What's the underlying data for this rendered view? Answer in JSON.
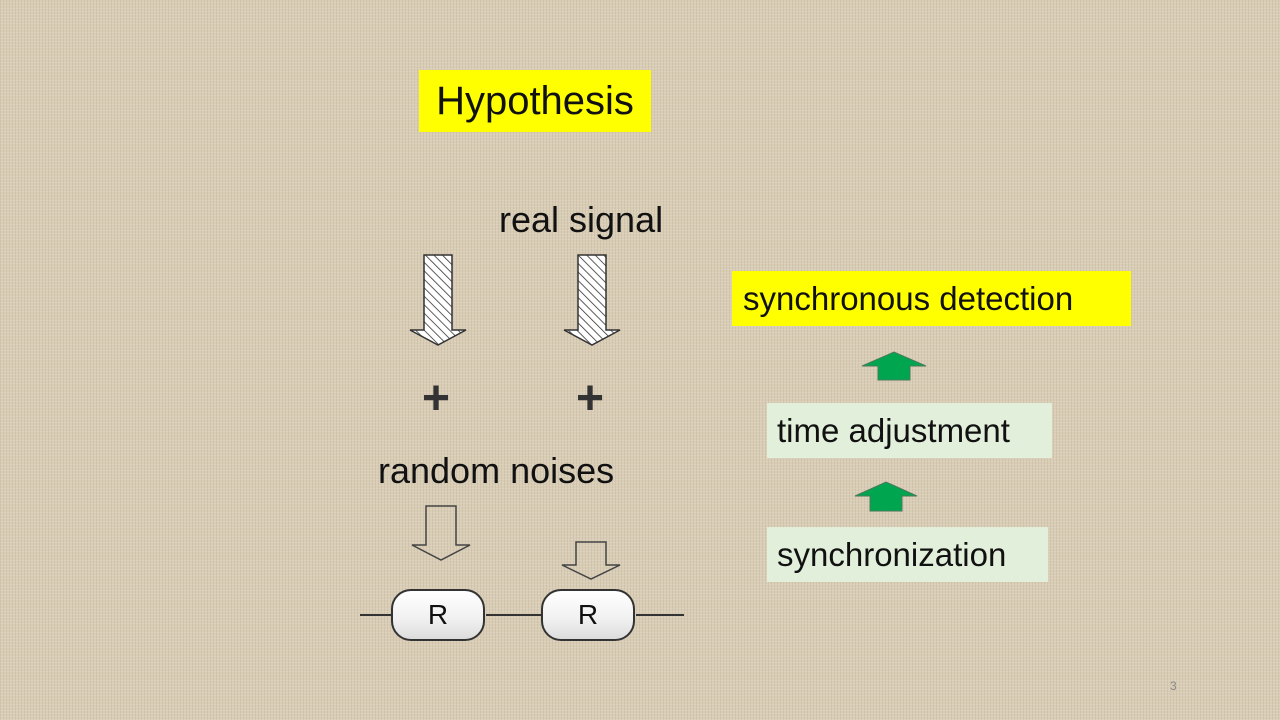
{
  "title": "Hypothesis",
  "left_panel": {
    "real_signal_label": "real signal",
    "plus_symbol": "+",
    "random_noises_label": "random noises",
    "receivers": [
      "R",
      "R"
    ]
  },
  "right_panel": {
    "steps": [
      "synchronous detection",
      "time adjustment",
      "synchronization"
    ]
  },
  "colors": {
    "highlight_yellow": "#ffff00",
    "step_green_bg": "#e2efda",
    "arrow_green": "#00a550"
  },
  "page_number": "3"
}
